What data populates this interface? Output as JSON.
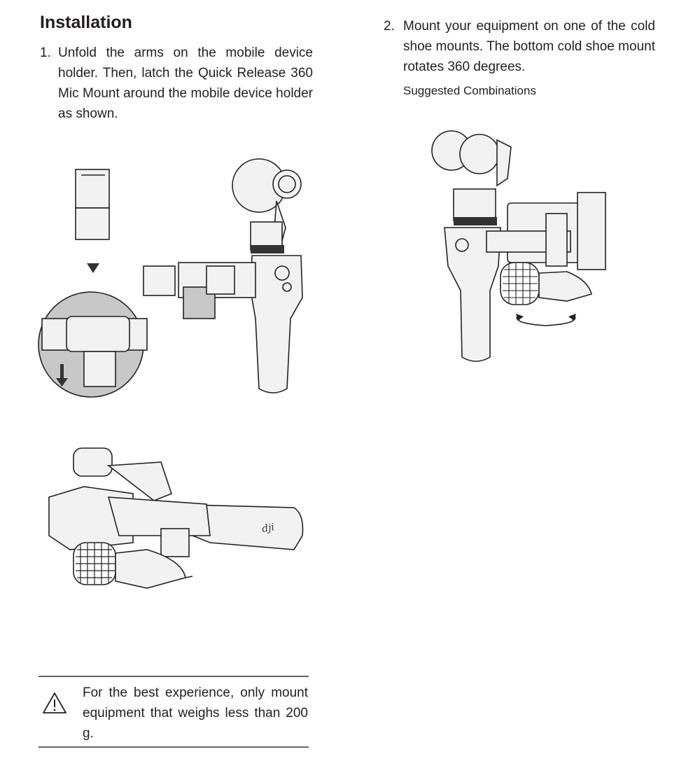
{
  "heading": "Installation",
  "steps": [
    {
      "number": "1.",
      "text": "Unfold the arms on the mobile device holder. Then, latch the Quick Release 360 Mic Mount around the mobile device holder as shown."
    },
    {
      "number": "2.",
      "text": "Mount your equipment on one of the cold shoe mounts. The bottom cold shoe mount rotates 360 degrees."
    }
  ],
  "suggested_combinations_label": "Suggested Combinations",
  "warning": {
    "icon": "warning-triangle-icon",
    "text": "For the best experience, only mount equipment that weighs less than 200 g."
  },
  "logo_text": "dji"
}
